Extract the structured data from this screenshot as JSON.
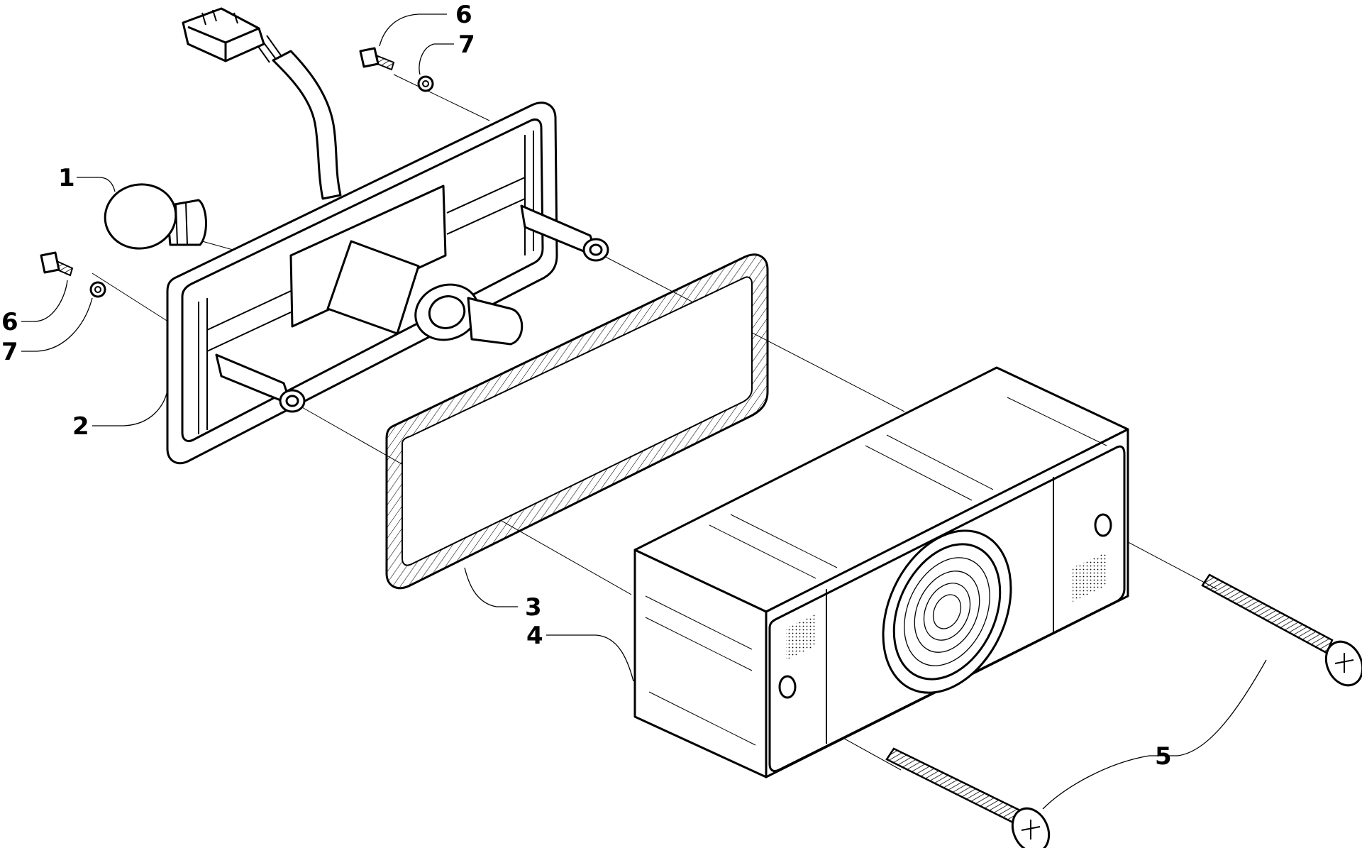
{
  "diagram": {
    "callouts": [
      {
        "id": "bulb",
        "label": "1"
      },
      {
        "id": "housing",
        "label": "2"
      },
      {
        "id": "gasket",
        "label": "3"
      },
      {
        "id": "lens",
        "label": "4"
      },
      {
        "id": "long-screw",
        "label": "5"
      },
      {
        "id": "small-screw-top",
        "label": "6"
      },
      {
        "id": "washer-top",
        "label": "7"
      },
      {
        "id": "small-screw-left",
        "label": "6"
      },
      {
        "id": "washer-left",
        "label": "7"
      }
    ]
  }
}
